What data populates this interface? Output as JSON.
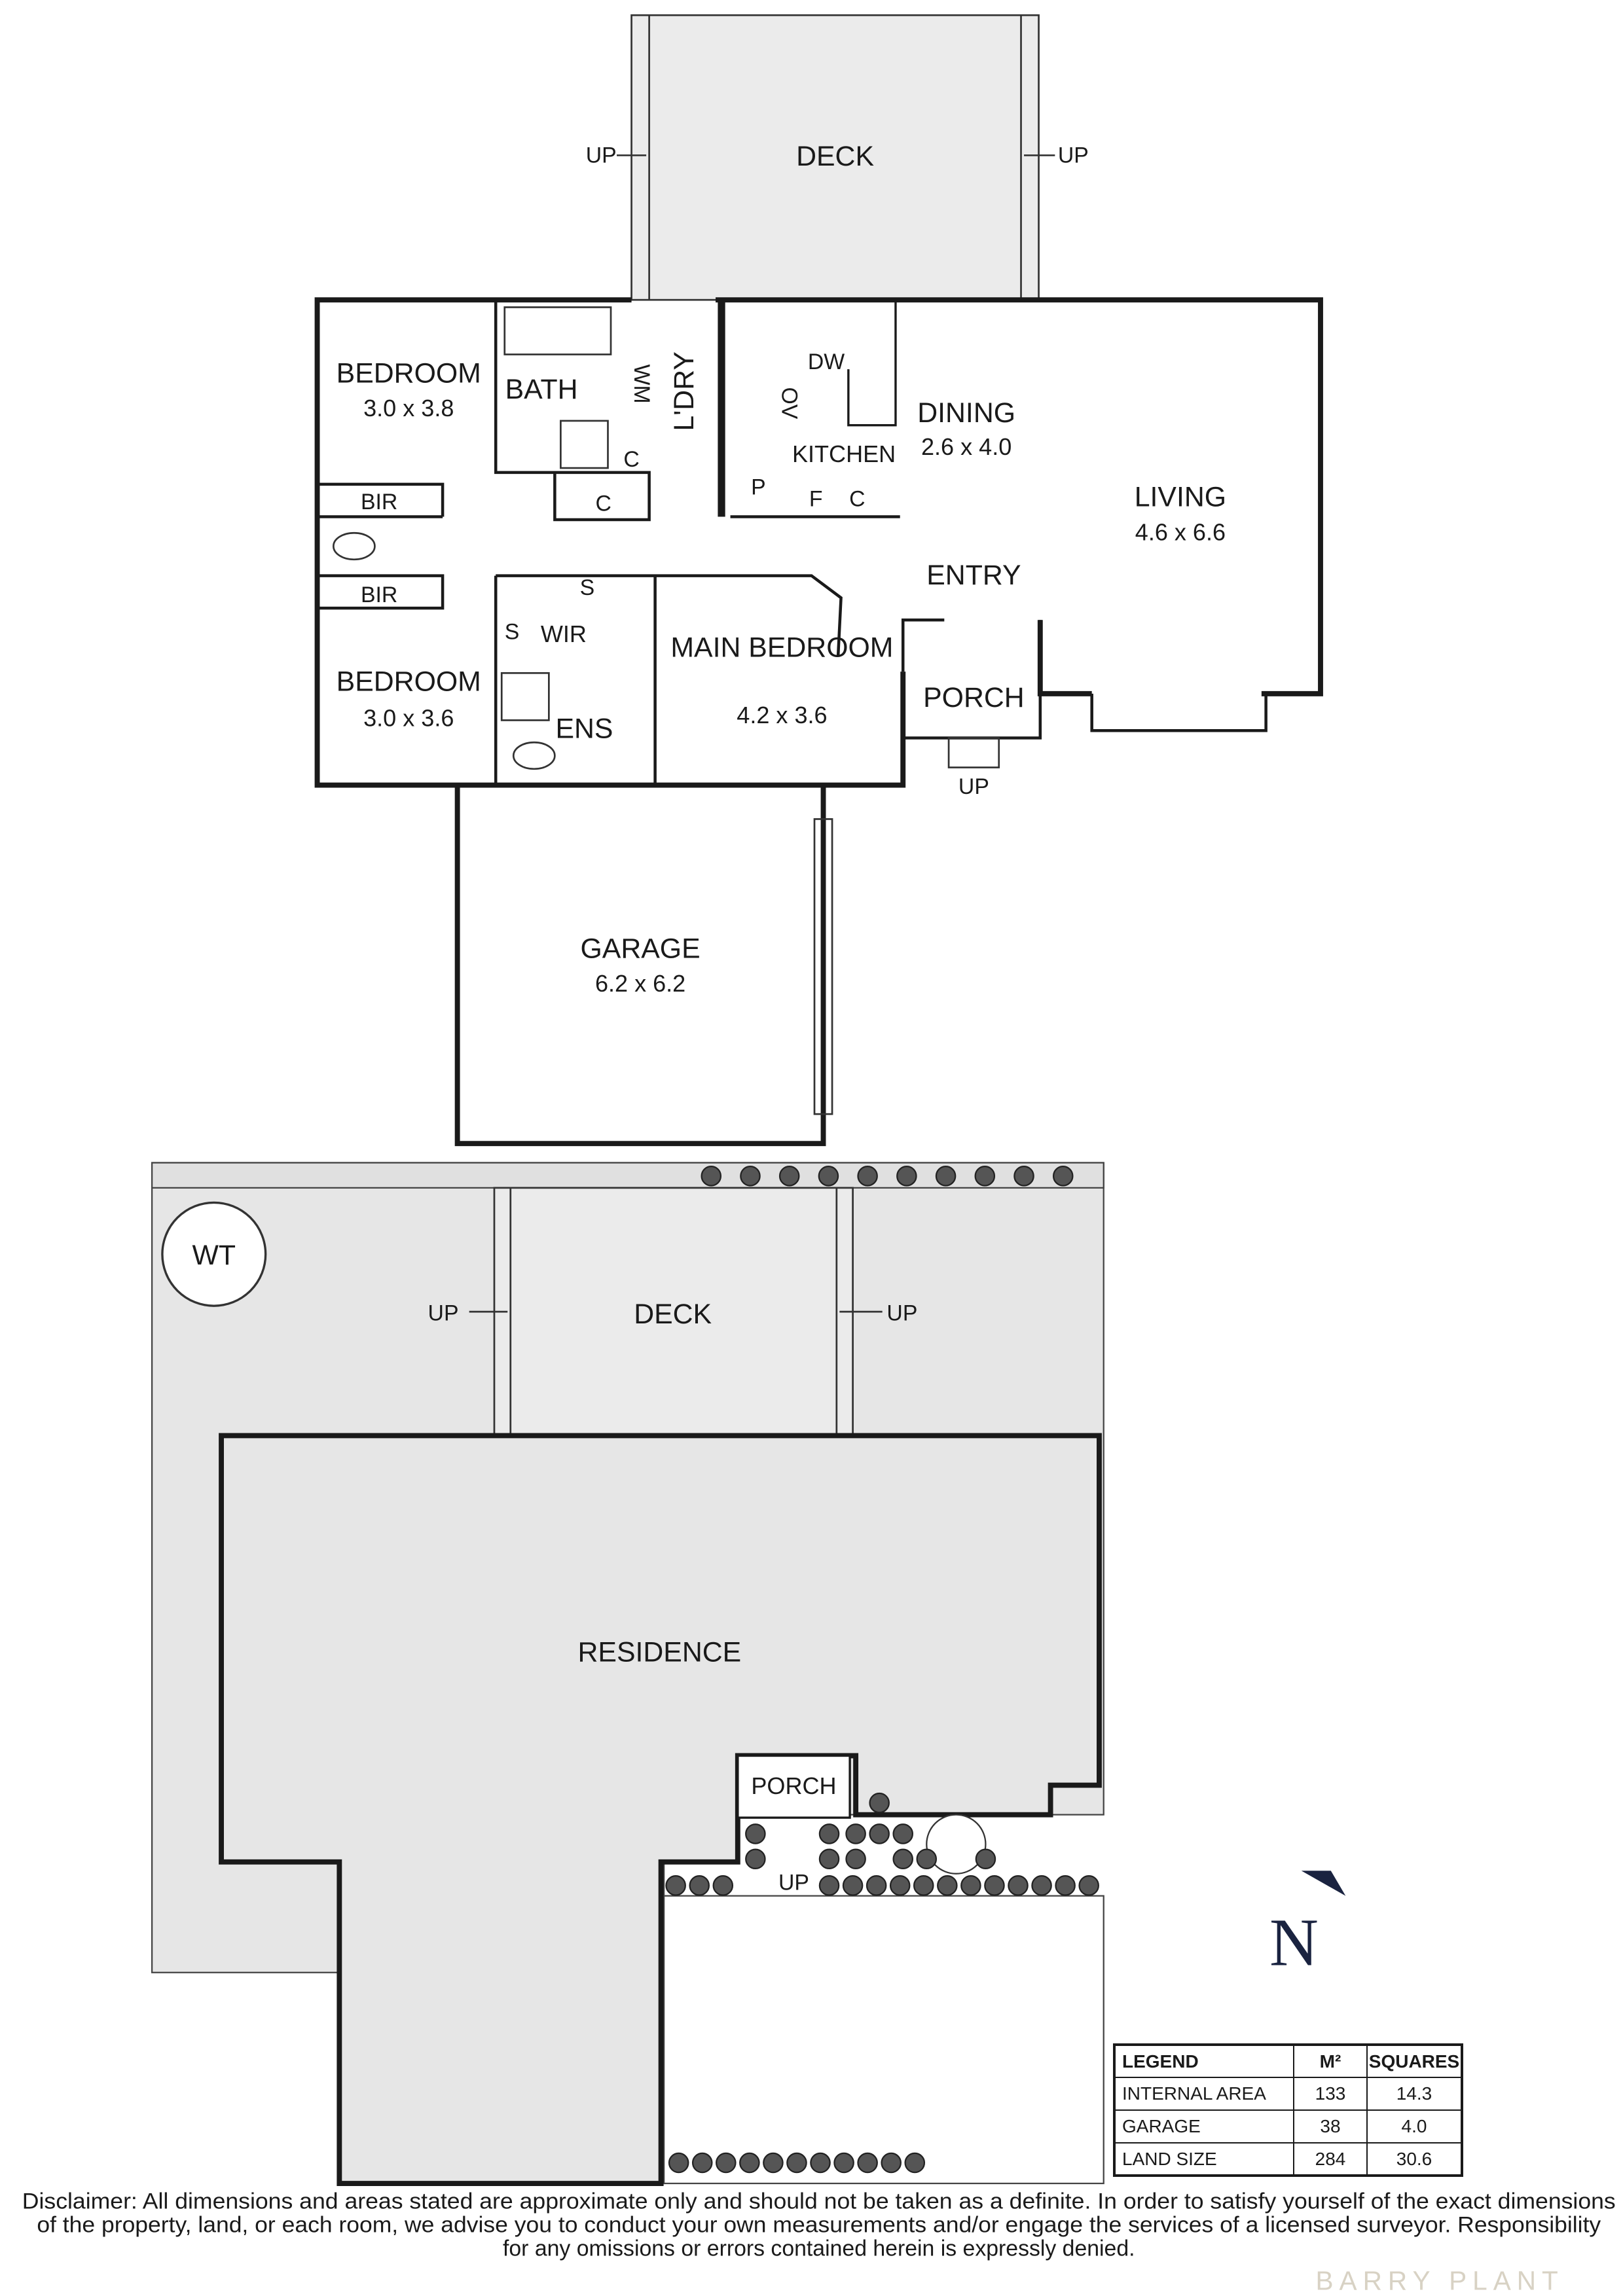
{
  "floor_plan": {
    "deck": "DECK",
    "up": "UP",
    "rooms": [
      {
        "name": "BEDROOM",
        "dims": "3.0 x 3.8"
      },
      {
        "name": "BATH"
      },
      {
        "name": "L'DRY"
      },
      {
        "name": "KITCHEN"
      },
      {
        "name": "DINING",
        "dims": "2.6 x 4.0"
      },
      {
        "name": "LIVING",
        "dims": "4.6 x 6.6"
      },
      {
        "name": "ENTRY"
      },
      {
        "name": "MAIN BEDROOM",
        "dims": "4.2 x 3.6"
      },
      {
        "name": "PORCH"
      },
      {
        "name": "BEDROOM",
        "dims": "3.0 x 3.6"
      },
      {
        "name": "WIR"
      },
      {
        "name": "ENS"
      },
      {
        "name": "GARAGE",
        "dims": "6.2 x 6.2"
      }
    ],
    "fixtures": {
      "bir": "BIR",
      "wm": "WM",
      "c": "C",
      "dw": "DW",
      "ov": "OV",
      "p": "P",
      "f": "F",
      "s": "S"
    }
  },
  "site_plan": {
    "wt": "WT",
    "deck": "DECK",
    "up": "UP",
    "residence": "RESIDENCE",
    "porch": "PORCH"
  },
  "north": "N",
  "legend": {
    "headers": [
      "LEGEND",
      "M²",
      "SQUARES"
    ],
    "rows": [
      {
        "label": "INTERNAL AREA",
        "m2": "133",
        "squares": "14.3"
      },
      {
        "label": "GARAGE",
        "m2": "38",
        "squares": "4.0"
      },
      {
        "label": "LAND SIZE",
        "m2": "284",
        "squares": "30.6"
      }
    ]
  },
  "disclaimer": [
    "Disclaimer: All dimensions and areas stated are approximate only and should not be taken as a definite. In order to satisfy yourself of the exact dimensions",
    "of the property, land, or each room, we advise you to conduct your own measurements and/or engage the services of a licensed surveyor. Responsibility",
    "for any omissions or errors contained herein is expressly denied."
  ],
  "watermark": "BARRY PLANT"
}
